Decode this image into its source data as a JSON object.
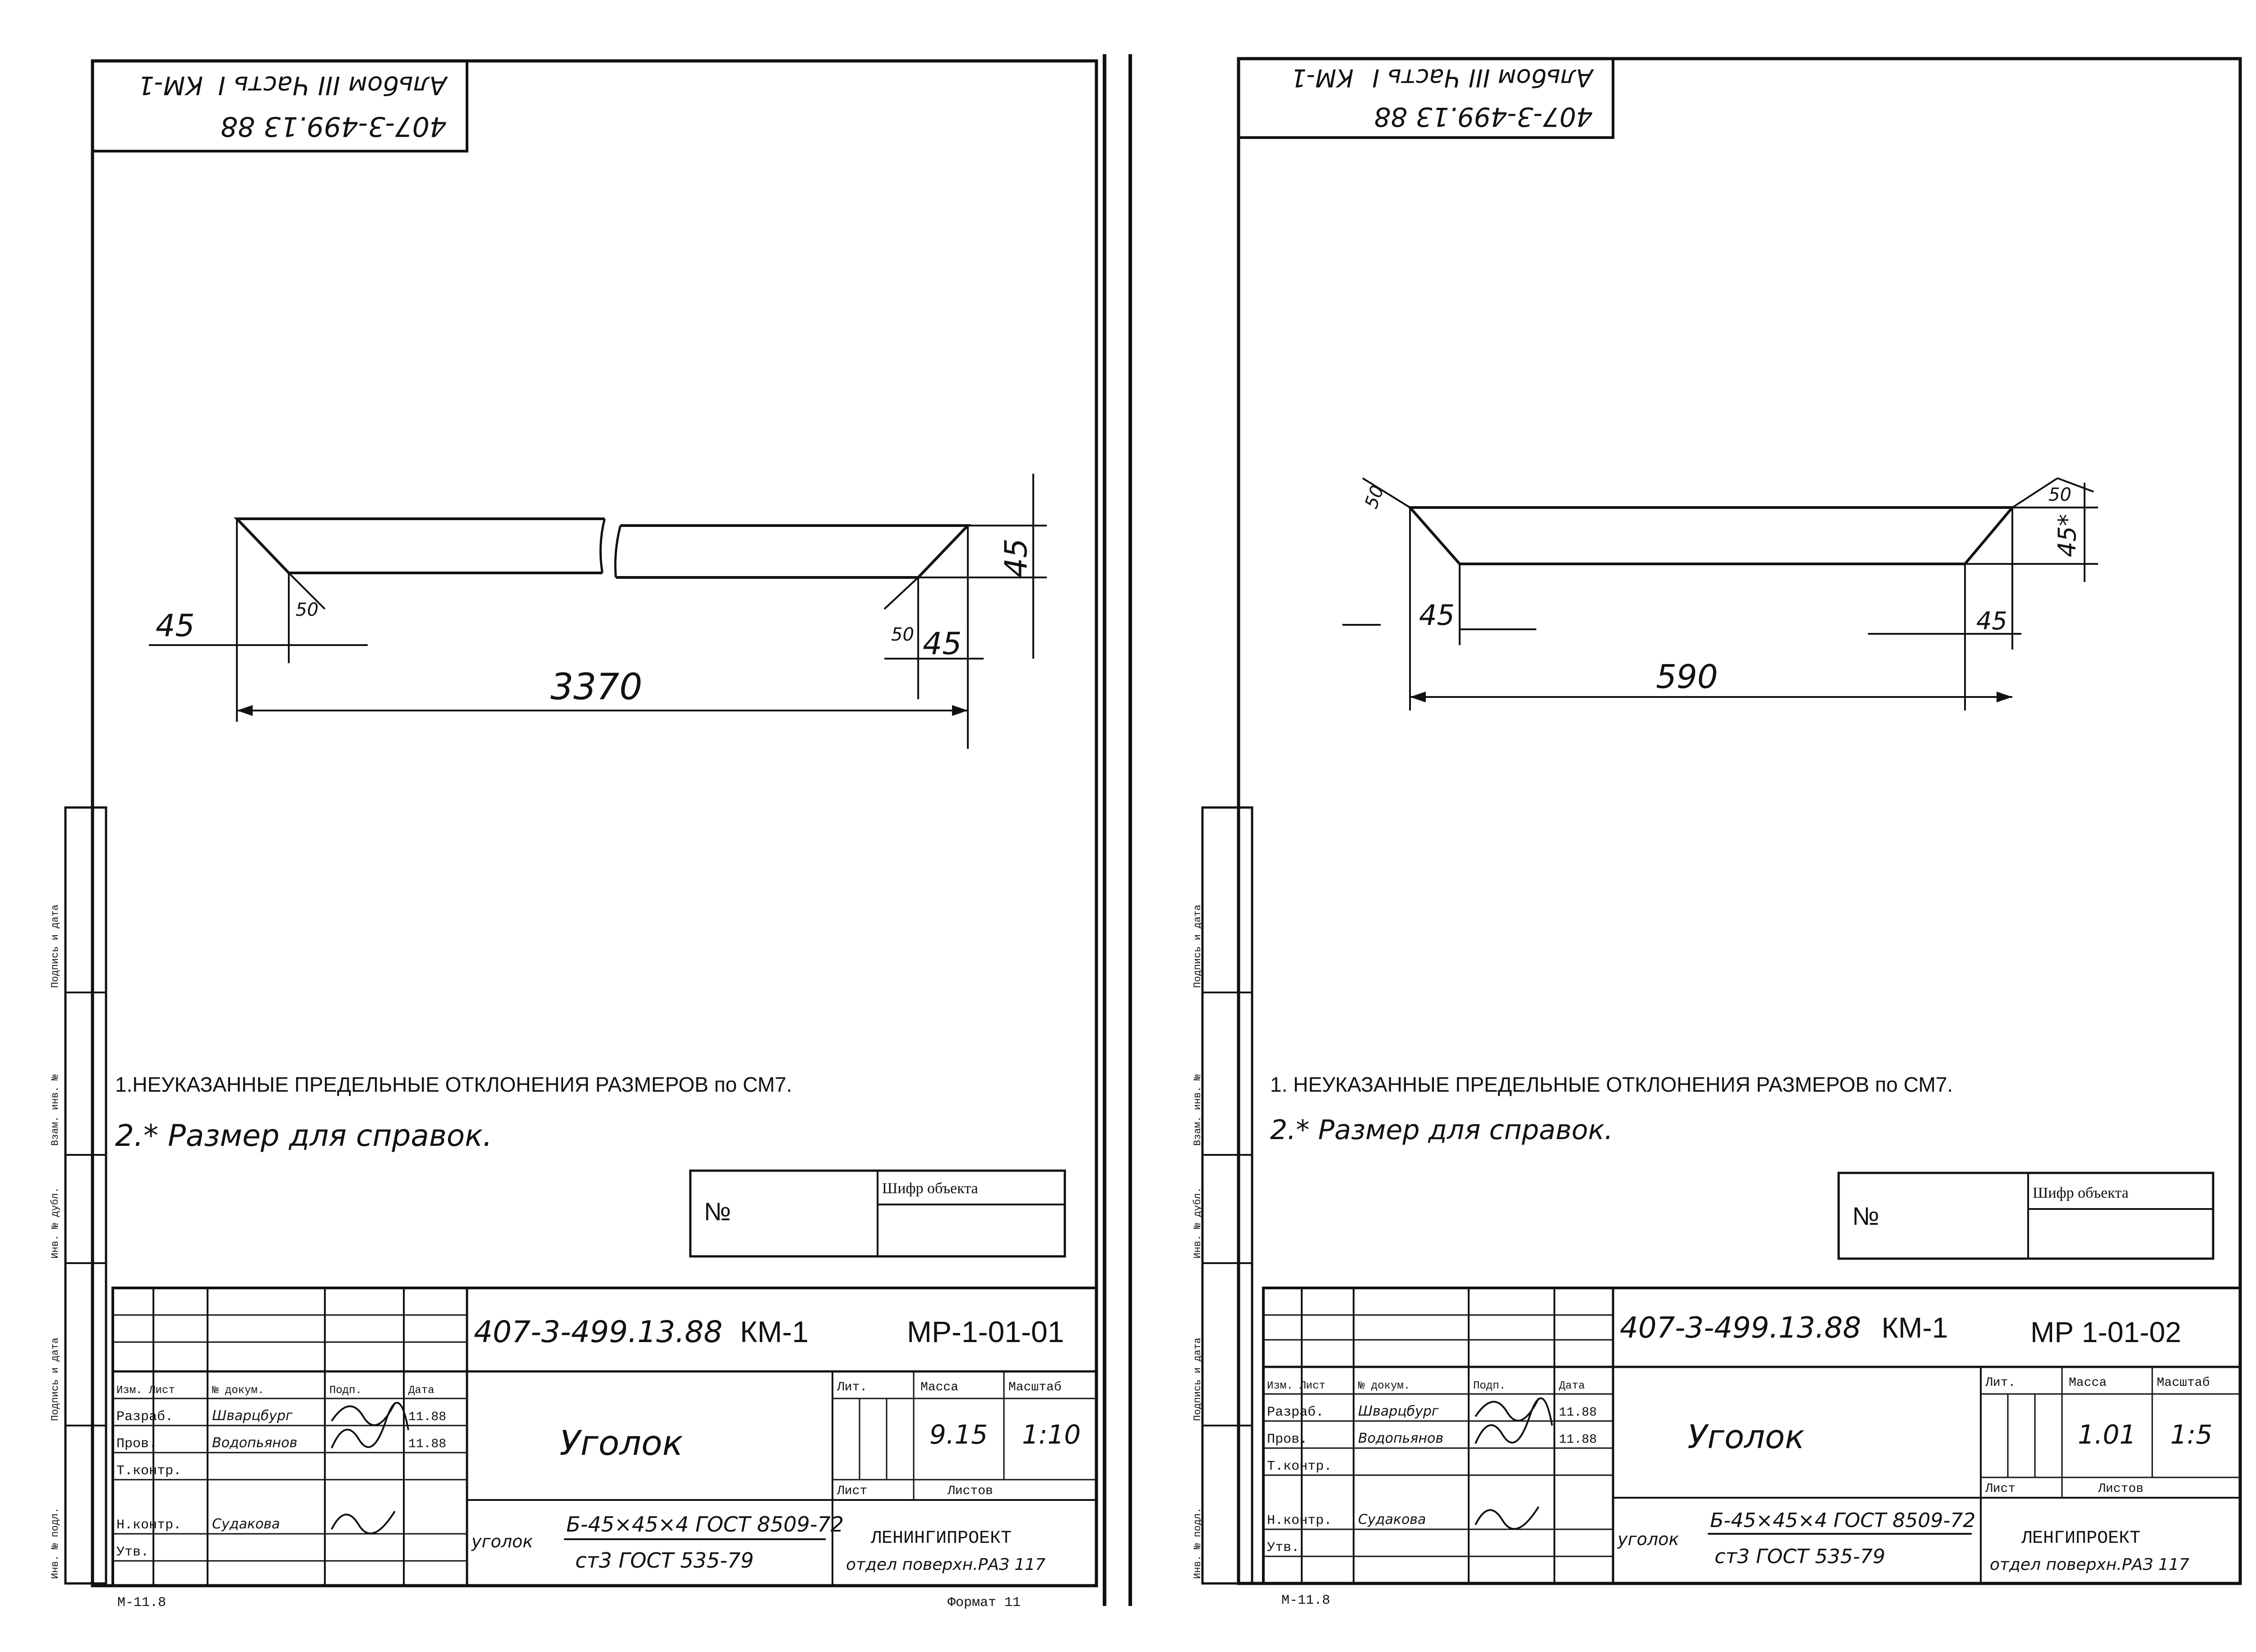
{
  "sheets": [
    {
      "stamp": {
        "line1": "407-3-499.13 88",
        "line2": "Альбом III Часть I",
        "line3": "КМ-1"
      },
      "dims": {
        "left_leg": "45",
        "left_angle": "50",
        "right_angle": "50",
        "right_leg": "45",
        "height": "45",
        "length": "3370"
      },
      "note1": "1.НЕУКАЗАННЫЕ ПРЕДЕЛЬНЫЕ ОТКЛОНЕНИЯ РАЗМЕРОВ по СМ7.",
      "note2": "2.* Размер для справок.",
      "number_box": {
        "no_label": "№",
        "cipher_label": "Шифр объекта"
      },
      "side_labels": {
        "a": "Подпись и дата",
        "b": "Взам. инв. №",
        "c": "Инв. № дубл.",
        "d": "Подпись и дата",
        "e": "Инв. № подл."
      },
      "tb": {
        "doc_code": "407-3-499.13.88",
        "mark": "КМ-1",
        "sheet_code": "МР-1-01-01",
        "rows": [
          {
            "role": "Изм. Лист",
            "doc": "№ докум.",
            "sign": "Подп.",
            "date": "Дата"
          },
          {
            "role": "Разраб.",
            "doc": "Шварцбург",
            "sign": "",
            "date": "11.88"
          },
          {
            "role": "Пров.",
            "doc": "Водопьянов",
            "sign": "",
            "date": "11.88"
          },
          {
            "role": "Т.контр.",
            "doc": "",
            "sign": "",
            "date": ""
          },
          {
            "role": "Н.контр.",
            "doc": "Судакова",
            "sign": "",
            "date": ""
          },
          {
            "role": "Утв.",
            "doc": "",
            "sign": "",
            "date": ""
          }
        ],
        "title": "Уголок",
        "lit_label": "Лит.",
        "mass_label": "Масса",
        "scale_label": "Масштаб",
        "mass": "9.15",
        "scale": "1:10",
        "sheet_label": "Лист",
        "sheets_label": "Листов",
        "material_prefix": "уголок",
        "material_top": "Б-45×45×4 ГОСТ 8509-72",
        "material_bottom": "ст3 ГОСТ 535-79",
        "org1": "ЛЕНИНГИПРОЕКТ",
        "org2": "отдел поверхн.РАЗ 117",
        "footer_left": "М-11.8",
        "footer_right": "Формат 11"
      }
    },
    {
      "stamp": {
        "line1": "407-3-499.13 88",
        "line2": "Альбом III Часть I",
        "line3": "КМ-1"
      },
      "dims": {
        "left_leg": "45",
        "left_angle": "50",
        "right_angle": "50",
        "right_leg": "45",
        "height": "45*",
        "length": "590"
      },
      "note1": "1. НЕУКАЗАННЫЕ ПРЕДЕЛЬНЫЕ ОТКЛОНЕНИЯ РАЗМЕРОВ по СМ7.",
      "note2": "2.* Размер для справок.",
      "number_box": {
        "no_label": "№",
        "cipher_label": "Шифр объекта"
      },
      "side_labels": {
        "a": "Подпись и дата",
        "b": "Взам. инв. №",
        "c": "Инв. № дубл.",
        "d": "Подпись и дата",
        "e": "Инв. № подл."
      },
      "tb": {
        "doc_code": "407-3-499.13.88",
        "mark": "КМ-1",
        "sheet_code": "МР 1-01-02",
        "rows": [
          {
            "role": "Изм. Лист",
            "doc": "№ докум.",
            "sign": "Подп.",
            "date": "Дата"
          },
          {
            "role": "Разраб.",
            "doc": "Шварцбург",
            "sign": "",
            "date": "11.88"
          },
          {
            "role": "Пров.",
            "doc": "Водопьянов",
            "sign": "",
            "date": "11.88"
          },
          {
            "role": "Т.контр.",
            "doc": "",
            "sign": "",
            "date": ""
          },
          {
            "role": "Н.контр.",
            "doc": "Судакова",
            "sign": "",
            "date": ""
          },
          {
            "role": "Утв.",
            "doc": "",
            "sign": "",
            "date": ""
          }
        ],
        "title": "Уголок",
        "lit_label": "Лит.",
        "mass_label": "Масса",
        "scale_label": "Масштаб",
        "mass": "1.01",
        "scale": "1:5",
        "sheet_label": "Лист",
        "sheets_label": "Листов",
        "material_prefix": "уголок",
        "material_top": "Б-45×45×4 ГОСТ 8509-72",
        "material_bottom": "ст3 ГОСТ 535-79",
        "org1": "ЛЕНГИПРОЕКТ",
        "org2": "отдел поверхн.РАЗ 117",
        "footer_left": "М-11.8",
        "footer_right": ""
      }
    }
  ]
}
